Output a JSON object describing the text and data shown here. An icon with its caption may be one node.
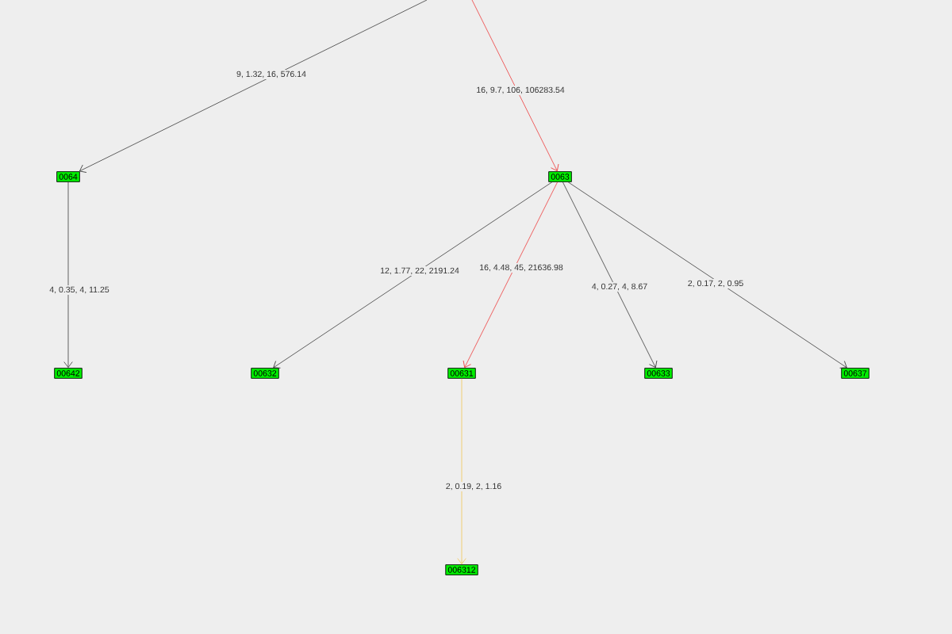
{
  "diagram": {
    "nodes": [
      {
        "text": [
          "0064"
        ]
      },
      {
        "text": [
          "0063"
        ]
      },
      {
        "text": [
          "00642"
        ]
      },
      {
        "text": [
          "00632"
        ]
      },
      {
        "text": [
          "00631"
        ]
      },
      {
        "text": [
          "00633"
        ]
      },
      {
        "text": [
          "00637"
        ]
      },
      {
        "text": [
          "006312"
        ]
      }
    ],
    "edges": [
      {
        "from": null,
        "to": 0,
        "arrow": "to",
        "label": "9, 1.32, 16, 576.14"
      },
      {
        "from": null,
        "to": 1,
        "arrow": "to",
        "label": "16, 9.7, 106, 106283.54",
        "color": "#ee2222"
      },
      {
        "from": 0,
        "to": 2,
        "arrow": "to",
        "label": "4, 0.35, 4, 11.25"
      },
      {
        "from": 1,
        "to": 3,
        "arrow": "to",
        "label": "12, 1.77, 22, 2191.24"
      },
      {
        "from": 1,
        "to": 4,
        "arrow": "to",
        "label": "16, 4.48, 45, 21636.98",
        "color": "#ee2222"
      },
      {
        "from": 1,
        "to": 5,
        "arrow": "to",
        "label": "4, 0.27, 4, 8.67"
      },
      {
        "from": 1,
        "to": 6,
        "arrow": "to",
        "label": "2, 0.17, 2, 0.95"
      },
      {
        "from": 4,
        "to": 7,
        "arrow": "to",
        "label": "2, 0.19, 2, 1.16",
        "color": "#f2c040"
      }
    ]
  }
}
